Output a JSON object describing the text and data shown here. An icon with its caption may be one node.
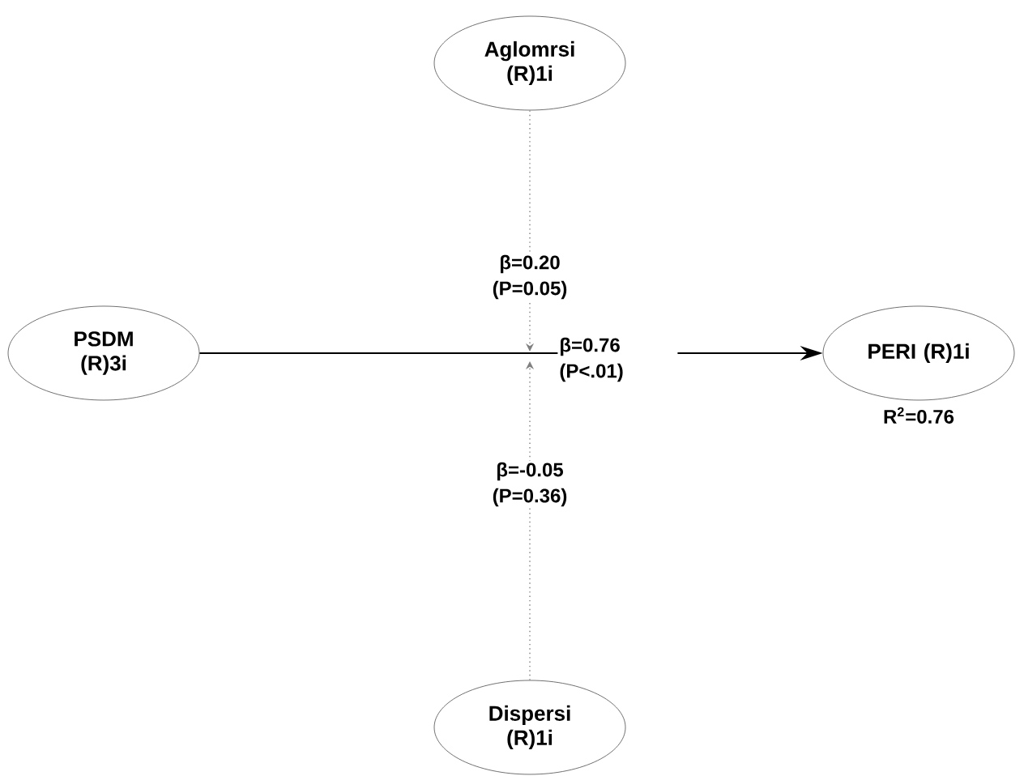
{
  "diagram": {
    "nodes": [
      {
        "text": [
          "Aglomrsi (R)1i"
        ]
      },
      {
        "text": [
          "PSDM (R)3i"
        ]
      },
      {
        "text": [
          "PERI (R)1i"
        ],
        "beside": [
          "R$^{2}$=0.76"
        ]
      },
      {
        "text": [
          "Dispersi (R)1i"
        ]
      }
    ],
    "edges": [
      {
        "from": 1,
        "to": 2,
        "arrow": "to",
        "color": "#000000",
        "label": "β=0.76 (P<.01)"
      },
      {
        "from": 0,
        "to": null,
        "arrow": "to",
        "style": "dashed",
        "color": "#808080",
        "label": "β=0.20 (P=0.05)"
      },
      {
        "from": 3,
        "to": null,
        "arrow": "to",
        "style": "dashed",
        "color": "#808080",
        "label": "β=-0.05 (P=0.36)"
      }
    ]
  }
}
